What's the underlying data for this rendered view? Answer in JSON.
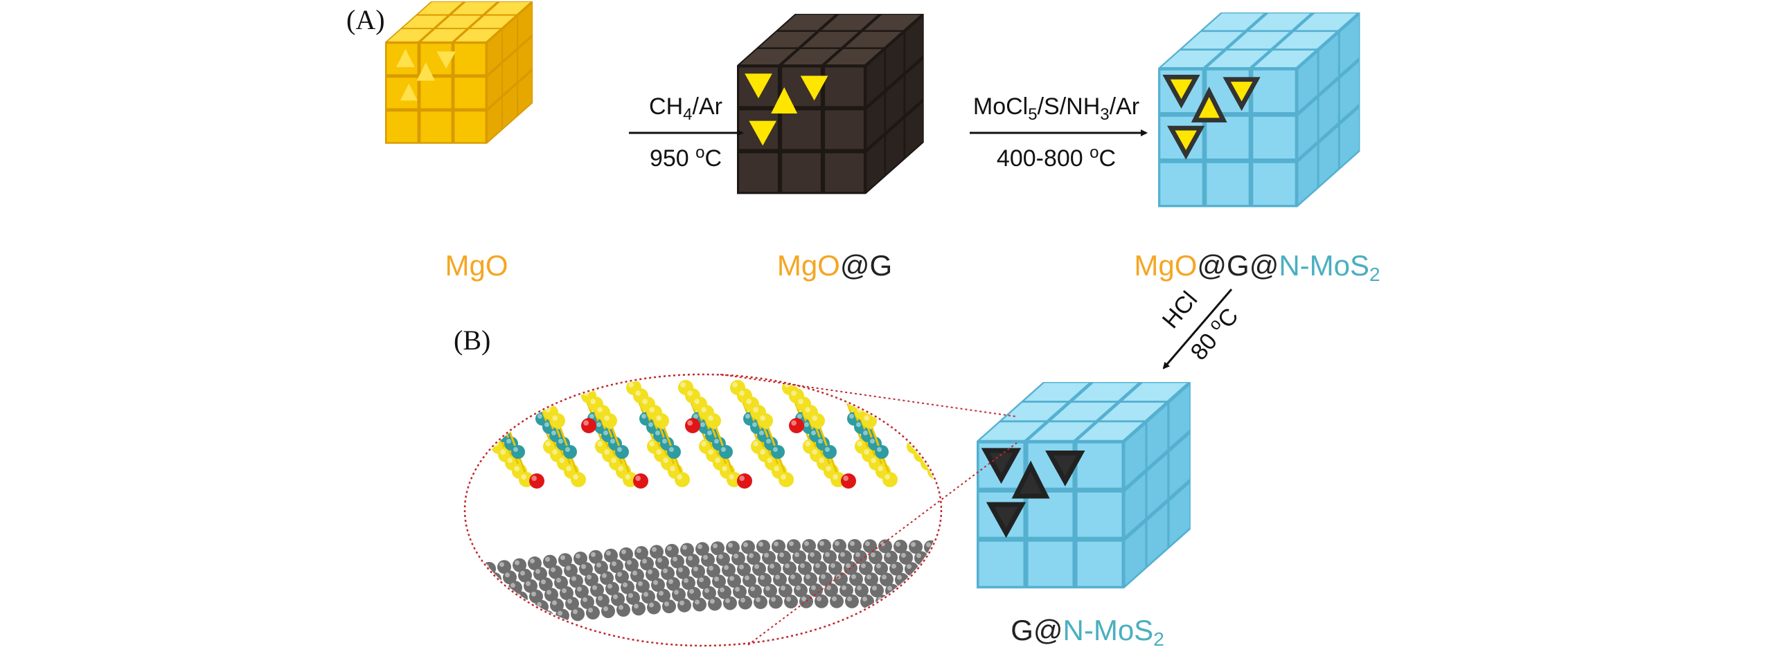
{
  "panels": {
    "a": "(A)",
    "b": "(B)"
  },
  "steps": [
    {
      "top": "CH",
      "top_sub": "4",
      "top_rest": "/Ar",
      "bottom": "950 ",
      "bottom_sup": "o",
      "bottom_rest": "C"
    },
    {
      "top": "MoCl",
      "top_sub": "5",
      "top_mid": "/S/NH",
      "top_sub2": "3",
      "top_rest": "/Ar",
      "bottom": "400-800 ",
      "bottom_sup": "o",
      "bottom_rest": "C"
    },
    {
      "top": "HCl",
      "bottom": "80 ",
      "bottom_sup": "o",
      "bottom_rest": "C"
    }
  ],
  "labels": {
    "mgo": {
      "p1": "MgO"
    },
    "mgo_g": {
      "p1": "MgO",
      "p2": "@G"
    },
    "mgo_g_mos2": {
      "p1": "MgO",
      "p2": "@G@",
      "p3": "N-MoS",
      "sub": "2"
    },
    "g_mos2": {
      "p1": "G@",
      "p2": "N-MoS",
      "sub": "2"
    }
  },
  "colors": {
    "mgo": "#F5A623",
    "carbon": "#222222",
    "mos2": "#4AAFC0",
    "zoom_line": "#C0282D"
  }
}
